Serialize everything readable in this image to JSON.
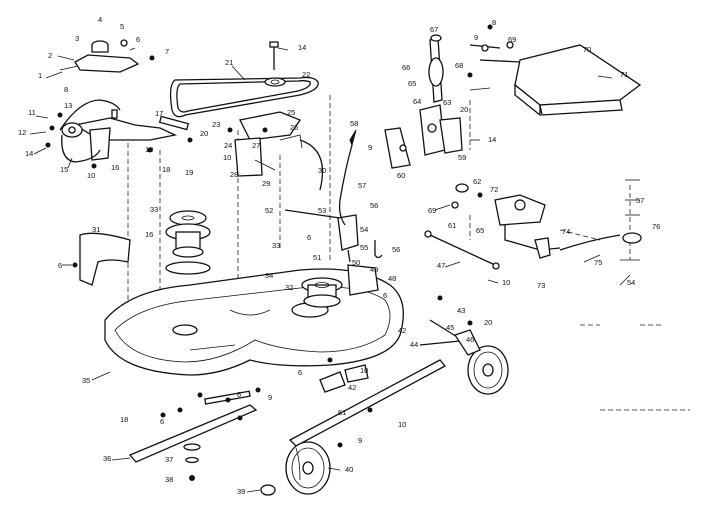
{
  "diagram": {
    "part_labels": {
      "p1": "1",
      "p2": "2",
      "p3": "3",
      "p4": "4",
      "p5": "5",
      "p6": "6",
      "p7": "7",
      "p8": "8",
      "p11": "11",
      "p12": "12",
      "p13": "13",
      "p14": "14",
      "p15": "15",
      "p16": "16",
      "p17": "17",
      "p18": "18",
      "p19": "19",
      "p20": "20",
      "p21": "21",
      "p22": "22",
      "p23": "23",
      "p24": "24",
      "p25": "25",
      "p26": "26",
      "p27": "27",
      "p28": "28",
      "p29": "29",
      "p30": "30",
      "p31": "31",
      "p32": "32",
      "p33": "33",
      "p34": "34",
      "p35": "35",
      "p36": "36",
      "p37": "37",
      "p38": "38",
      "p39": "39",
      "p40": "40",
      "p41": "41",
      "p42": "42",
      "p43": "43",
      "p44": "44",
      "p45": "45",
      "p46": "46",
      "p47": "47",
      "p48": "48",
      "p49": "49",
      "p50": "50",
      "p51": "51",
      "p52": "52",
      "p53": "53",
      "p54": "54",
      "p55": "55",
      "p56": "56",
      "p57": "57",
      "p58": "58",
      "p59": "59",
      "p60": "60",
      "p61": "61",
      "p62": "62",
      "p63": "63",
      "p64": "64",
      "p65": "65",
      "p66": "66",
      "p67": "67",
      "p68": "68",
      "p69": "69",
      "p70": "70",
      "p71": "71",
      "p72": "72",
      "p73": "73",
      "p74": "74",
      "p75": "75",
      "p76": "76",
      "p9": "9",
      "p10": "10"
    }
  }
}
